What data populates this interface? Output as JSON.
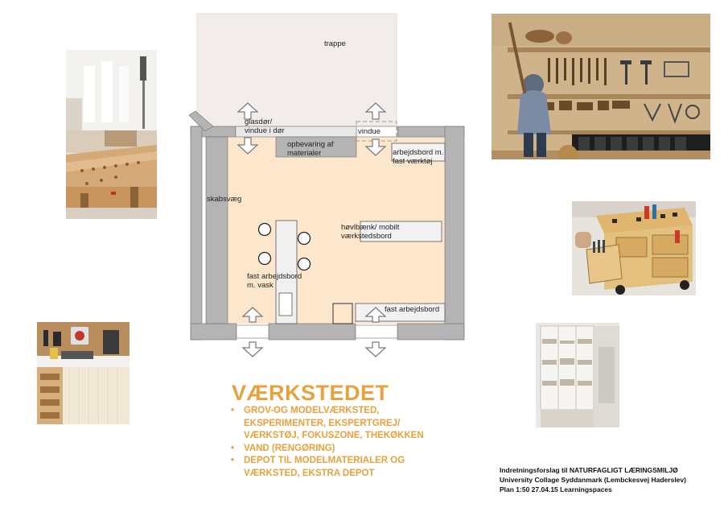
{
  "plan_labels": {
    "trappe": "trappe",
    "glasdor": "glasdør/\nvindue i dør",
    "vindue": "vindue",
    "opbevaring": "opbevaring af\nmaterialer",
    "arbejdsbord": "arbejdsbord m.\nfast værktøj",
    "skabsvaeg": "skabsvæg",
    "hovlbaenk": "høvlbænk/ mobilt\nværkstedsbord",
    "fast_vask": "fast arbejdsbord\nm. vask",
    "fast_arbejdsbord": "fast arbejdsbord"
  },
  "title": "VÆRKSTEDET",
  "bullets": [
    "GROV-OG MODELVÆRKSTED, EKSPERIMENTER, EKSPERTGREJ/ VÆRKSTØJ, FOKUSZONE, THEKØKKEN",
    "VAND (RENGØRING)",
    "DEPOT TIL MODELMATERIALER OG VÆRKSTED, EKSTRA DEPOT"
  ],
  "footer": {
    "line1": "Indretningsforslag til NATURFAGLIGT LÆRINGSMILJØ",
    "line2": "University Collage Syddanmark (Lembckesvej Haderslev)",
    "line3": "Plan 1:50   27.04.15  Learningspaces"
  },
  "colors": {
    "wall": "#B4B4B4",
    "floor": "#FCE6CC",
    "stair": "#F2EDEB",
    "accent": "#E8A23D"
  }
}
